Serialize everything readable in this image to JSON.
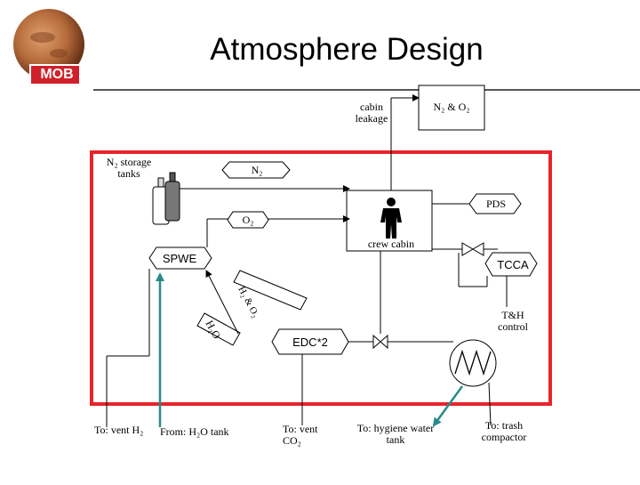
{
  "title": "Atmosphere Design",
  "logo_text": "MOB",
  "colors": {
    "frame": "#e8242b",
    "rule": "#555555",
    "arrow_teal": "#2a8a8a",
    "line": "#000000",
    "shape_fill": "#ffffff"
  },
  "nodes": {
    "cabin_leakage": "cabin leakage",
    "n2_o2_box": "N₂ & O₂",
    "n2_storage": "N₂ storage tanks",
    "n2_hex": "N₂",
    "pds": "PDS",
    "o2_hex": "O₂",
    "crew_cabin": "crew cabin",
    "spwe": "SPWE",
    "tcca": "TCCA",
    "h2_o2_label": "H₂ & O₂",
    "h2o_label": "H₂O",
    "th_control": "T&H control",
    "edc": "EDC*2",
    "vent_h2": "To: vent  H₂",
    "from_h2o": "From: H₂O tank",
    "vent_co2": "To: vent CO₂",
    "hygiene": "To: hygiene water tank",
    "trash": "To: trash compactor"
  }
}
